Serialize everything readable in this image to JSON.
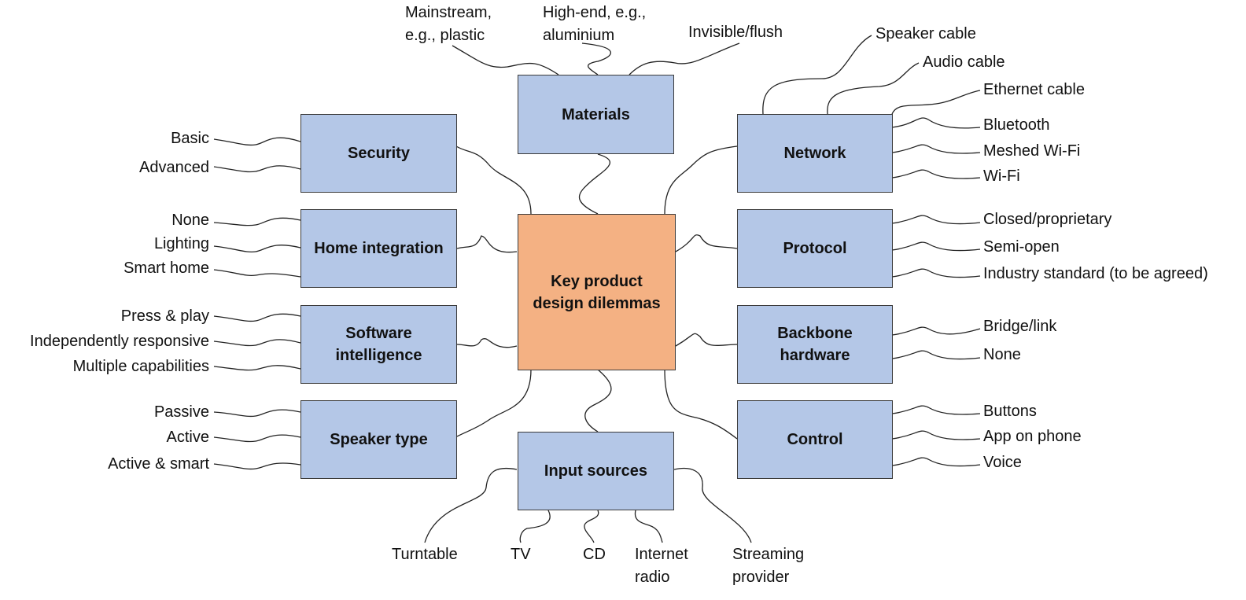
{
  "center": "Key product\ndesign dilemmas",
  "categories": {
    "materials": {
      "title": "Materials",
      "options": [
        "Mainstream,\ne.g., plastic",
        "High-end, e.g.,\naluminium",
        "Invisible/flush"
      ]
    },
    "security": {
      "title": "Security",
      "options": [
        "Basic",
        "Advanced"
      ]
    },
    "home_integration": {
      "title": "Home integration",
      "options": [
        "None",
        "Lighting",
        "Smart home"
      ]
    },
    "software_intelligence": {
      "title": "Software\nintelligence",
      "options": [
        "Press & play",
        "Independently responsive",
        "Multiple capabilities"
      ]
    },
    "speaker_type": {
      "title": "Speaker type",
      "options": [
        "Passive",
        "Active",
        "Active & smart"
      ]
    },
    "input_sources": {
      "title": "Input sources",
      "options": [
        "Turntable",
        "TV",
        "CD",
        "Internet\nradio",
        "Streaming\nprovider"
      ]
    },
    "network": {
      "title": "Network",
      "options": [
        "Speaker cable",
        "Audio cable",
        "Ethernet cable",
        "Bluetooth",
        "Meshed Wi-Fi",
        "Wi-Fi"
      ]
    },
    "protocol": {
      "title": "Protocol",
      "options": [
        "Closed/proprietary",
        "Semi-open",
        "Industry standard (to be agreed)"
      ]
    },
    "backbone_hardware": {
      "title": "Backbone\nhardware",
      "options": [
        "Bridge/link",
        "None"
      ]
    },
    "control": {
      "title": "Control",
      "options": [
        "Buttons",
        "App on phone",
        "Voice"
      ]
    }
  }
}
